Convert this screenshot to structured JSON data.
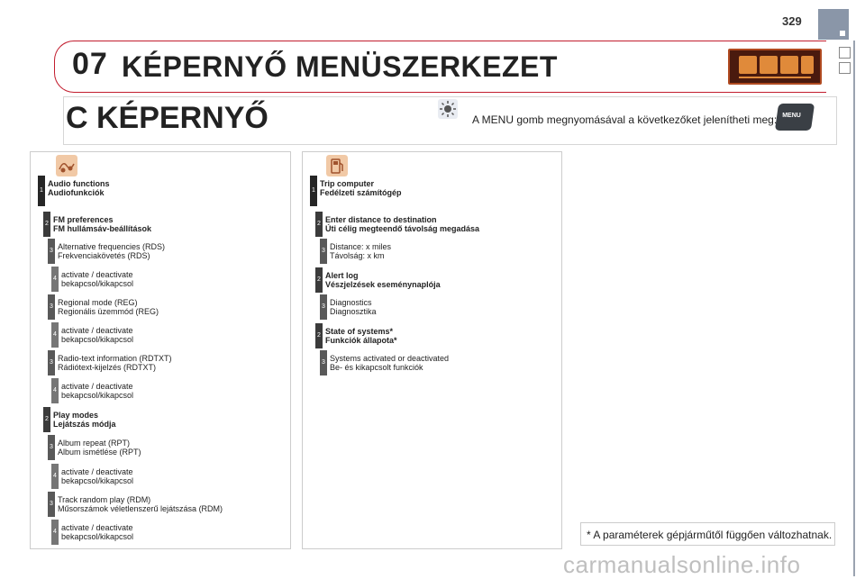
{
  "page_number": "329",
  "chapter": "07",
  "title": "KÉPERNYŐ MENÜSZERKEZET",
  "section_title": "C KÉPERNYŐ",
  "menu_note": "A MENU gomb megnyomásával a következőket jelenítheti meg:",
  "menu_button_label": "MENU",
  "left_column": [
    {
      "level": "1",
      "bold": true,
      "lines": [
        "Audio functions",
        "Audiofunkciók"
      ]
    },
    {
      "level": "2",
      "bold": true,
      "lines": [
        "FM preferences",
        "FM hullámsáv-beállítások"
      ]
    },
    {
      "level": "3",
      "bold": false,
      "lines": [
        "Alternative frequencies (RDS)",
        "Frekvenciakövetés (RDS)"
      ]
    },
    {
      "level": "4",
      "bold": false,
      "lines": [
        "activate / deactivate",
        "bekapcsol/kikapcsol"
      ]
    },
    {
      "level": "3",
      "bold": false,
      "lines": [
        "Regional mode (REG)",
        "Regionális üzemmód (REG)"
      ]
    },
    {
      "level": "4",
      "bold": false,
      "lines": [
        "activate / deactivate",
        "bekapcsol/kikapcsol"
      ]
    },
    {
      "level": "3",
      "bold": false,
      "lines": [
        "Radio-text information (RDTXT)",
        "Rádiótext-kijelzés (RDTXT)"
      ]
    },
    {
      "level": "4",
      "bold": false,
      "lines": [
        "activate / deactivate",
        "bekapcsol/kikapcsol"
      ]
    },
    {
      "level": "2",
      "bold": true,
      "lines": [
        "Play modes",
        "Lejátszás módja"
      ]
    },
    {
      "level": "3",
      "bold": false,
      "lines": [
        "Album repeat (RPT)",
        "Album ismétlése (RPT)"
      ]
    },
    {
      "level": "4",
      "bold": false,
      "lines": [
        "activate / deactivate",
        "bekapcsol/kikapcsol"
      ]
    },
    {
      "level": "3",
      "bold": false,
      "lines": [
        "Track random play (RDM)",
        "Műsorszámok véletlenszerű lejátszása (RDM)"
      ]
    },
    {
      "level": "4",
      "bold": false,
      "lines": [
        "activate / deactivate",
        "bekapcsol/kikapcsol"
      ]
    }
  ],
  "right_column": [
    {
      "level": "1",
      "bold": true,
      "lines": [
        "Trip computer",
        "Fedélzeti számítógép"
      ]
    },
    {
      "level": "2",
      "bold": true,
      "lines": [
        "Enter distance to destination",
        "Úti célig megteendő távolság megadása"
      ]
    },
    {
      "level": "3",
      "bold": false,
      "lines": [
        "Distance: x miles",
        "Távolság: x km"
      ]
    },
    {
      "level": "2",
      "bold": true,
      "lines": [
        "Alert log",
        "Vészjelzések eseménynaplója"
      ]
    },
    {
      "level": "3",
      "bold": false,
      "lines": [
        "Diagnostics",
        "Diagnosztika"
      ]
    },
    {
      "level": "2",
      "bold": true,
      "lines": [
        "State of systems*",
        "Funkciók állapota*"
      ]
    },
    {
      "level": "3",
      "bold": false,
      "lines": [
        "Systems activated or deactivated",
        "Be- és kikapcsolt funkciók"
      ]
    }
  ],
  "footnote": "* A paraméterek gépjárműtől függően változhatnak.",
  "watermark": "carmanualsonline.info",
  "colors": {
    "header_border": "#c21d2e",
    "menu_panel": "#4a1a0e",
    "menu_icons": "#e08a3a",
    "side_tab": "#8a96a8"
  }
}
